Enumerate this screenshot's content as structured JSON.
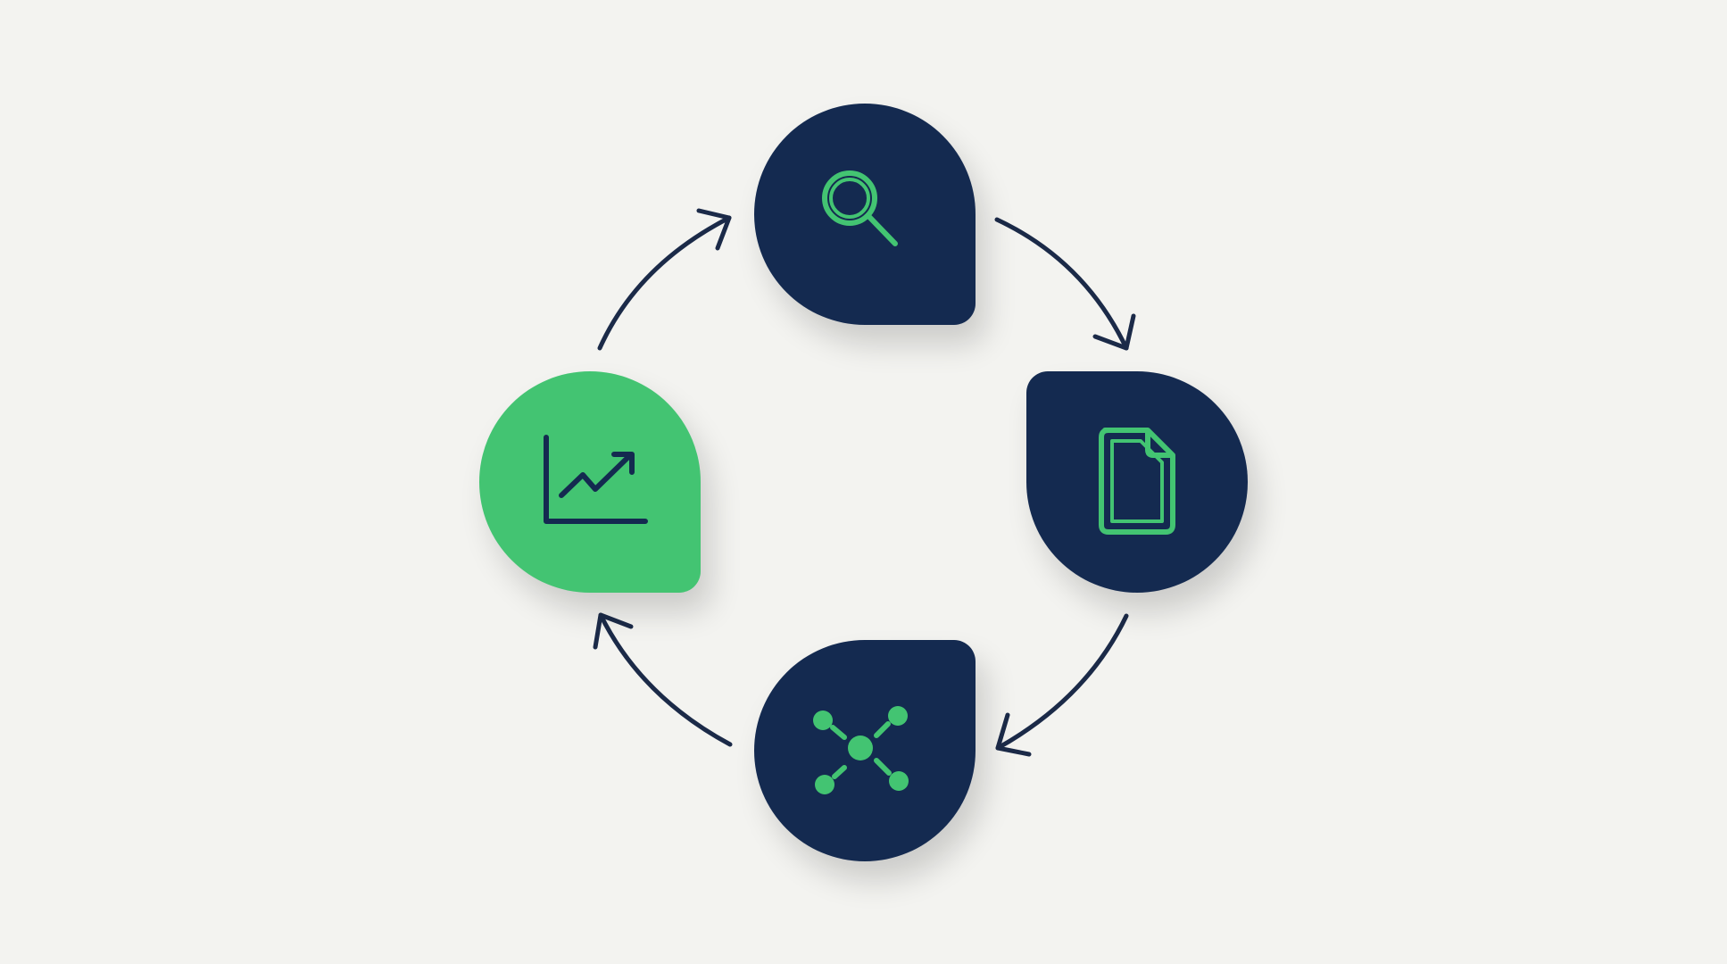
{
  "diagram": {
    "type": "cycle",
    "background": "#f3f3f0",
    "colors": {
      "navy": "#142a50",
      "green": "#43c472",
      "arrow": "#1b2a48"
    },
    "nodes": [
      {
        "id": "search",
        "icon": "magnifier-icon",
        "fill": "navy",
        "icon_color": "green"
      },
      {
        "id": "document",
        "icon": "document-icon",
        "fill": "navy",
        "icon_color": "green"
      },
      {
        "id": "network",
        "icon": "network-hub-icon",
        "fill": "navy",
        "icon_color": "green"
      },
      {
        "id": "chart",
        "icon": "trend-chart-icon",
        "fill": "green",
        "icon_color": "navy"
      }
    ],
    "edges": [
      {
        "from": "search",
        "to": "document"
      },
      {
        "from": "document",
        "to": "network"
      },
      {
        "from": "network",
        "to": "chart"
      },
      {
        "from": "chart",
        "to": "search"
      }
    ],
    "direction": "clockwise"
  }
}
